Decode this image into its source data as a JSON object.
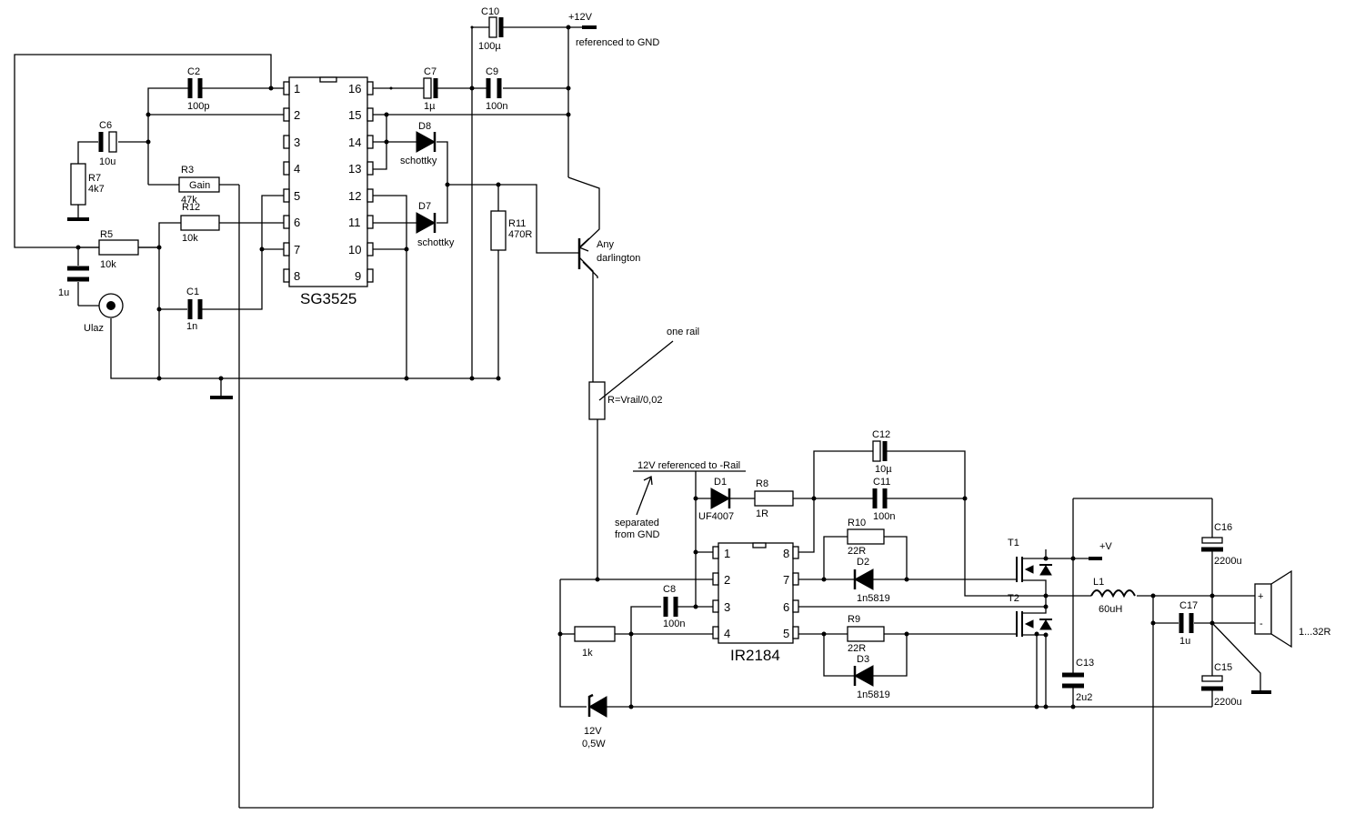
{
  "labels": {
    "c10": "C10",
    "c10v": "100µ",
    "c7": "C7",
    "c7v": "1µ",
    "c9": "C9",
    "c9v": "100n",
    "p12": "+12V",
    "refgnd": "referenced to GND",
    "c2": "C2",
    "c2v": "100p",
    "c6": "C6",
    "c6v": "10u",
    "r7": "R7",
    "r7v": "4k7",
    "r3": "R3",
    "r3in": "Gain",
    "r3v": "47k",
    "r12": "R12",
    "r12v": "10k",
    "r5": "R5",
    "r5v": "10k",
    "c1": "C1",
    "c1v": "1n",
    "c_in": "1u",
    "ulaz": "Ulaz",
    "sg": "SG3525",
    "d8": "D8",
    "d8v": "schottky",
    "d7": "D7",
    "d7v": "schottky",
    "r11": "R11",
    "r11v": "470R",
    "darl1": "Any",
    "darl2": "darlington",
    "onerail": "one rail",
    "rrail": "R=Vrail/0,02",
    "ref12": "12V referenced to -Rail",
    "sep1": "separated",
    "sep2": "from GND",
    "d1": "D1",
    "d1v": "UF4007",
    "r8": "R8",
    "r8v": "1R",
    "c12": "C12",
    "c12v": "10µ",
    "c11": "C11",
    "c11v": "100n",
    "r10": "R10",
    "r10v": "22R",
    "d2": "D2",
    "d2v": "1n5819",
    "r9": "R9",
    "r9v": "22R",
    "d3": "D3",
    "d3v": "1n5819",
    "c8": "C8",
    "c8v": "100n",
    "ir": "IR2184",
    "r1k": "1k",
    "z1": "12V",
    "z2": "0,5W",
    "t1": "T1",
    "t2": "T2",
    "pv": "+V",
    "l1": "L1",
    "l1v": "60uH",
    "c13": "C13",
    "c13v": "2u2",
    "c16": "C16",
    "c16v": "2200u",
    "c15": "C15",
    "c15v": "2200u",
    "c17": "C17",
    "c17v": "1u",
    "spk": "1...32R",
    "plus": "+",
    "minus": "-"
  },
  "sg3525_pins_left": [
    "1",
    "2",
    "3",
    "4",
    "5",
    "6",
    "7",
    "8"
  ],
  "sg3525_pins_right": [
    "16",
    "15",
    "14",
    "13",
    "12",
    "11",
    "10",
    "9"
  ],
  "ir2184_pins_left": [
    "1",
    "2",
    "3",
    "4"
  ],
  "ir2184_pins_right": [
    "8",
    "7",
    "6",
    "5"
  ]
}
